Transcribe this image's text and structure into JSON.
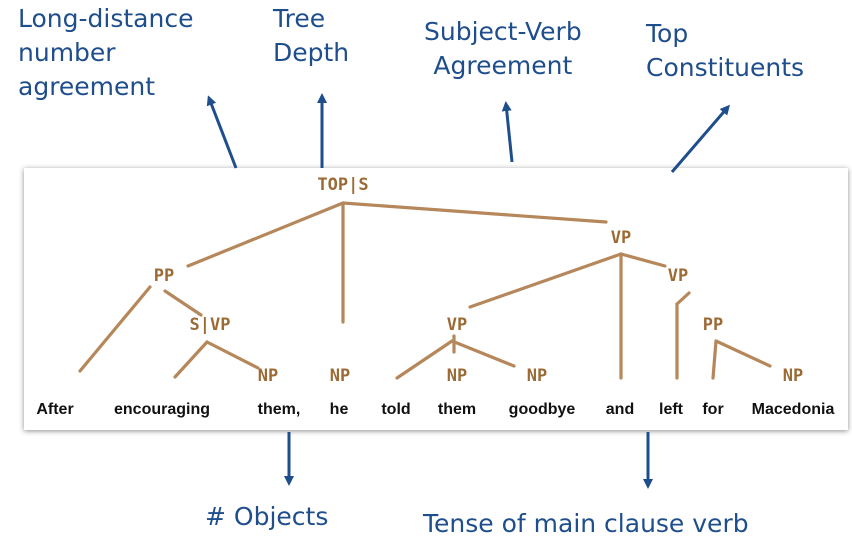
{
  "annotations": {
    "long_distance": [
      "Long-distance",
      "number",
      "agreement"
    ],
    "tree_depth": [
      "Tree",
      "Depth"
    ],
    "subject_verb": [
      "Subject-Verb",
      "Agreement"
    ],
    "top_constituents": [
      "Top",
      "Constituents"
    ],
    "objects": "# Objects",
    "tense": "Tense of main clause verb"
  },
  "tree": {
    "nodes": {
      "top": "TOP|S",
      "vp_main": "VP",
      "pp_left": "PP",
      "vp_right": "VP",
      "s_vp": "S|VP",
      "vp_told": "VP",
      "pp_for": "PP",
      "np_them": "NP",
      "np_he": "NP",
      "np_them2": "NP",
      "np_goodbye": "NP",
      "np_macedonia": "NP"
    },
    "words": [
      "After",
      "encouraging",
      "them,",
      "he",
      "told",
      "them",
      "goodbye",
      "and",
      "left",
      "for",
      "Macedonia"
    ]
  },
  "colors": {
    "annotation": "#1f4e8c",
    "node": "#9c6a35",
    "branch": "#b5875a",
    "word": "#111111"
  }
}
